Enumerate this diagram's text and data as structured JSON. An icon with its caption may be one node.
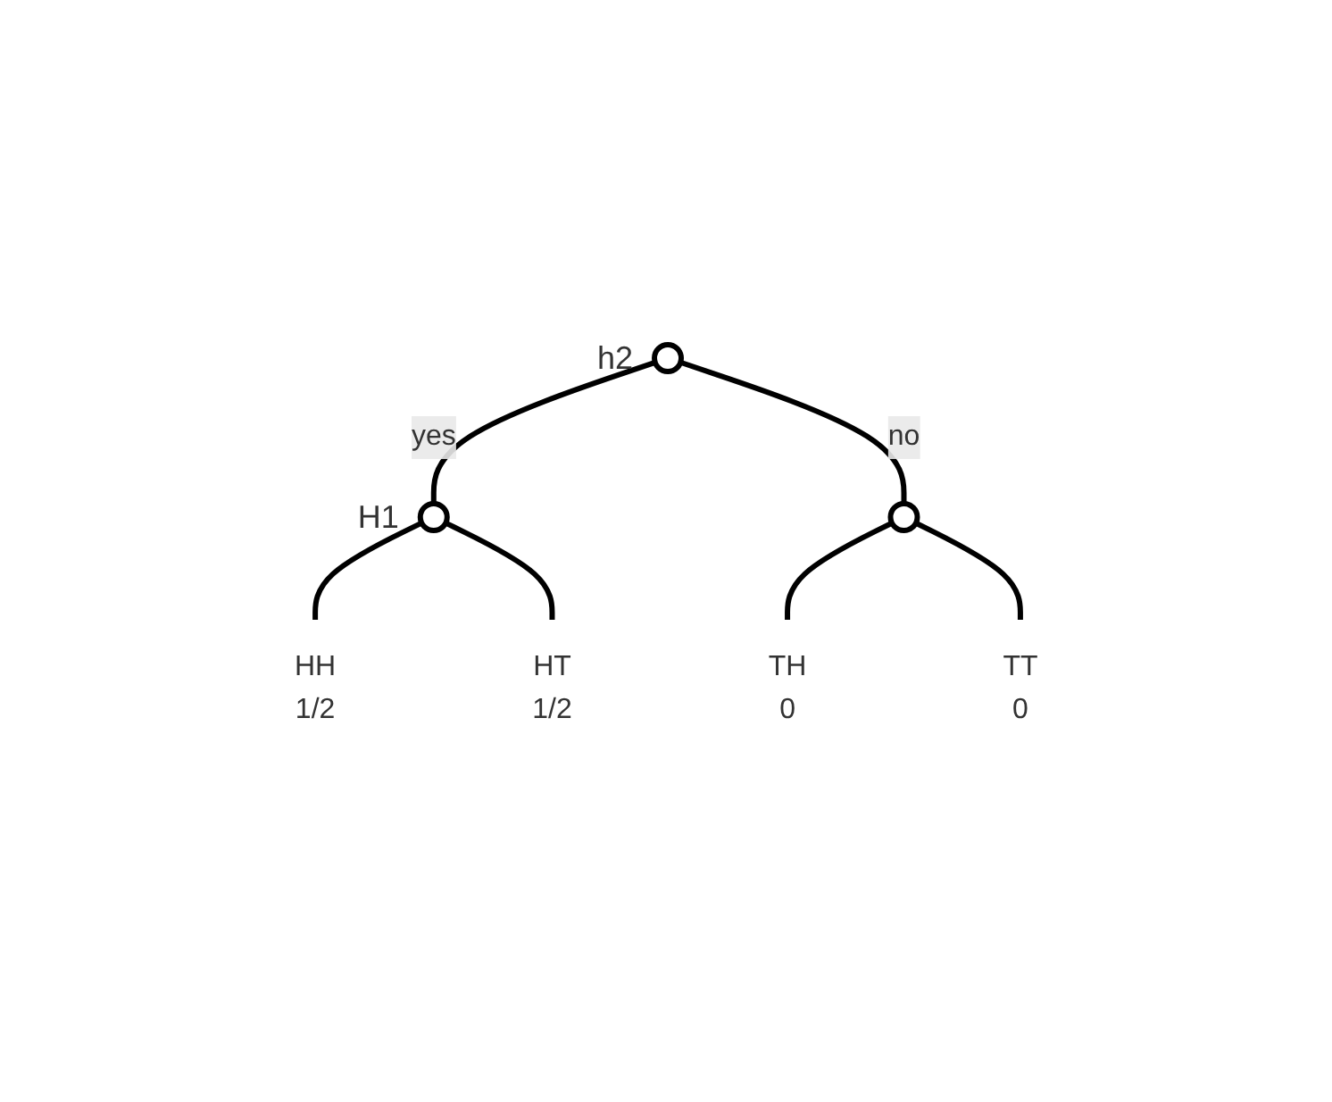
{
  "diagram": {
    "nodes": [
      {
        "text": [],
        "shape": "circle",
        "beside": [
          "h2"
        ]
      },
      {
        "text": [],
        "shape": "circle",
        "beside": [
          "H1"
        ]
      },
      {
        "text": [],
        "shape": "circle"
      },
      {
        "text": [
          "HH",
          "1/2"
        ]
      },
      {
        "text": [
          "HT",
          "1/2"
        ]
      },
      {
        "text": [
          "TH",
          "0"
        ]
      },
      {
        "text": [
          "TT",
          "0"
        ]
      }
    ],
    "edges": [
      {
        "from": 0,
        "to": 1,
        "arrow": "none",
        "label": "yes"
      },
      {
        "from": 0,
        "to": 2,
        "arrow": "none",
        "label": "no"
      },
      {
        "from": 1,
        "to": 3,
        "arrow": "none"
      },
      {
        "from": 1,
        "to": 4,
        "arrow": "none"
      },
      {
        "from": 2,
        "to": 5,
        "arrow": "none"
      },
      {
        "from": 2,
        "to": 6,
        "arrow": "none"
      }
    ]
  }
}
